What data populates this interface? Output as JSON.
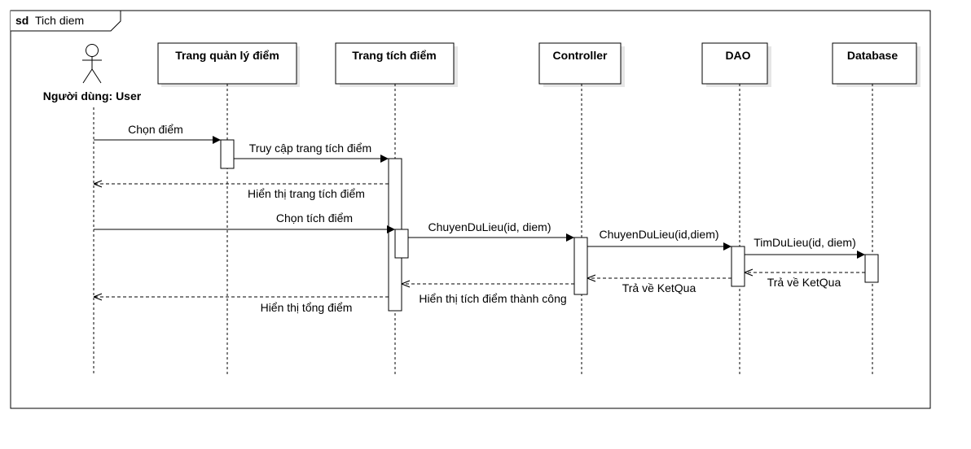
{
  "frame": {
    "keyword": "sd",
    "name": "Tich diem"
  },
  "actor": {
    "label": "Người dùng: User"
  },
  "participants": [
    {
      "label": "Trang quản lý điểm"
    },
    {
      "label": "Trang tích điểm"
    },
    {
      "label": "Controller"
    },
    {
      "label": "DAO"
    },
    {
      "label": "Database"
    }
  ],
  "messages": [
    {
      "label": "Chọn điểm",
      "kind": "sync"
    },
    {
      "label": "Truy cập trang tích điểm",
      "kind": "sync"
    },
    {
      "label": "Hiển thị trang tích điểm",
      "kind": "return"
    },
    {
      "label": "Chọn tích điểm",
      "kind": "sync"
    },
    {
      "label": "ChuyenDuLieu(id, diem)",
      "kind": "sync"
    },
    {
      "label": "ChuyenDuLieu(id,diem)",
      "kind": "sync"
    },
    {
      "label": "TimDuLieu(id, diem)",
      "kind": "sync"
    },
    {
      "label": "Trả về KetQua",
      "kind": "return"
    },
    {
      "label": "Trả về KetQua",
      "kind": "return"
    },
    {
      "label": "Hiển thị tích điểm thành công",
      "kind": "return"
    },
    {
      "label": "Hiển thị tổng điểm",
      "kind": "return"
    }
  ]
}
